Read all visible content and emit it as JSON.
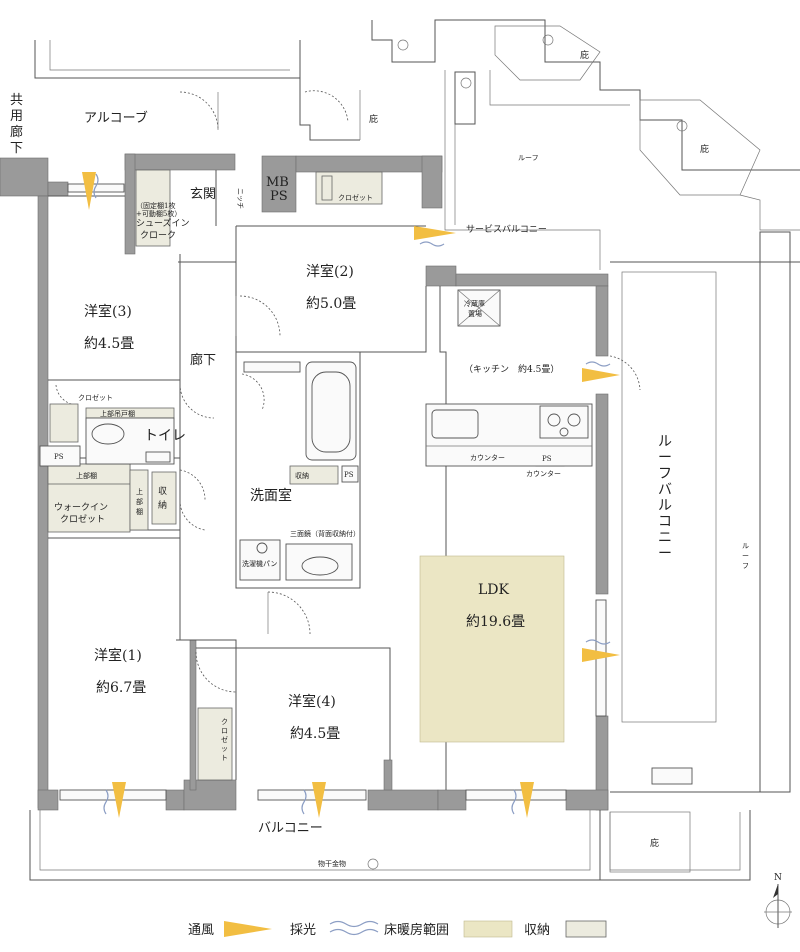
{
  "rooms": {
    "alcove": "アルコーブ",
    "common_corridor": [
      "共",
      "用",
      "廊",
      "下"
    ],
    "eaves": "庇",
    "roof": "ルーフ",
    "entrance": "玄関",
    "niche": "ニッチ",
    "mbps": [
      "MB",
      "PS"
    ],
    "closet": "クロゼット",
    "service_balcony": "サービスバルコニー",
    "shoes_cloak_note": [
      "（固定棚1枚",
      "+可動棚5枚）"
    ],
    "shoes_cloak": [
      "シューズイン",
      "クローク"
    ],
    "western3": {
      "name": "洋室(3)",
      "size": "約4.5畳"
    },
    "western2": {
      "name": "洋室(2)",
      "size": "約5.0畳"
    },
    "fridge": [
      "冷蔵庫",
      "置場"
    ],
    "kitchen": "（キッチン　約4.5畳）",
    "corridor": "廊下",
    "closet_small": "クロゼット",
    "upper_wall_shelf": "上部吊戸棚",
    "toilet": "トイレ",
    "ps": "PS",
    "counter": "カウンター",
    "upper_shelf": "上部棚",
    "upper_shelf_v": [
      "上",
      "部",
      "棚"
    ],
    "storage_v": [
      "収",
      "納"
    ],
    "storage": "収納",
    "walkin": [
      "ウォークイン",
      "クロゼット"
    ],
    "washroom": "洗面室",
    "mirror": "三面鏡（背面収納付）",
    "washer_pan": "洗濯機パン",
    "roof_balcony_v": [
      "ル",
      "ー",
      "フ",
      "バ",
      "ル",
      "コ",
      "ニ",
      "ー"
    ],
    "roof_v": [
      "ル",
      "ー",
      "フ"
    ],
    "ldk": {
      "name": "LDK",
      "size": "約19.6畳"
    },
    "western1": {
      "name": "洋室(1)",
      "size": "約6.7畳"
    },
    "western4": {
      "name": "洋室(4)",
      "size": "約4.5畳"
    },
    "closet_v": [
      "ク",
      "ロ",
      "ゼ",
      "ッ",
      "ト"
    ],
    "balcony": "バルコニー",
    "clothes_hanger": "物干金物",
    "north": "N"
  },
  "legend": {
    "ventilation": "通風",
    "daylight": "採光",
    "floor_heating": "床暖房範囲",
    "storage": "収納",
    "colors": {
      "ventilation": "#f2be42",
      "daylight": "#8c9ec4",
      "floor_heating": "#ebe6c4",
      "storage": "#ecebdf"
    }
  }
}
